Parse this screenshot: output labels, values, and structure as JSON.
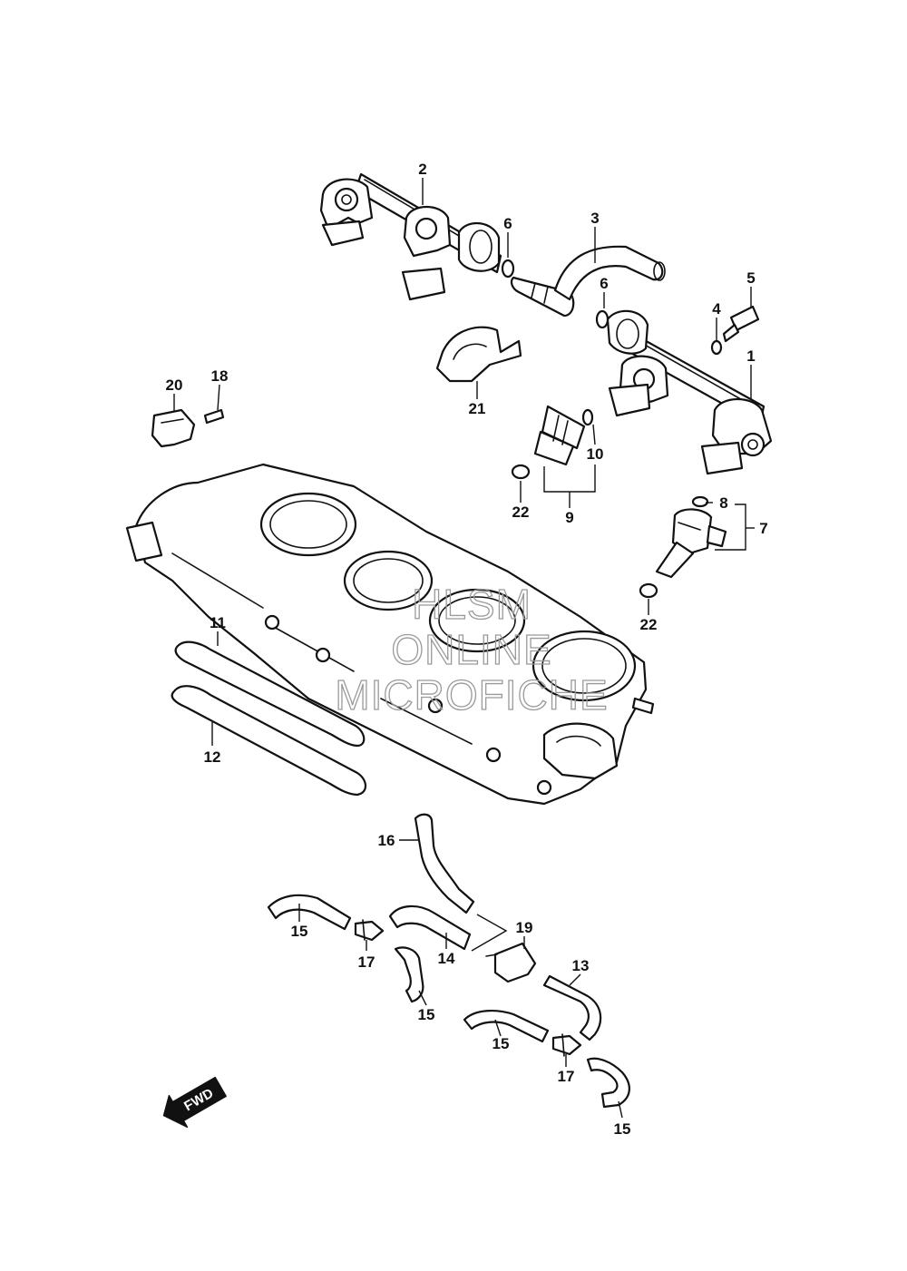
{
  "callouts": {
    "c1": "1",
    "c2": "2",
    "c3": "3",
    "c4": "4",
    "c5": "5",
    "c6a": "6",
    "c6b": "6",
    "c7": "7",
    "c8": "8",
    "c9": "9",
    "c10": "10",
    "c11": "11",
    "c12": "12",
    "c13": "13",
    "c14": "14",
    "c15a": "15",
    "c15b": "15",
    "c15c": "15",
    "c15d": "15",
    "c16": "16",
    "c17a": "17",
    "c17b": "17",
    "c18": "18",
    "c19": "19",
    "c20": "20",
    "c21": "21",
    "c22a": "22",
    "c22b": "22"
  },
  "watermark": {
    "line1": "HLSM",
    "line2": "ONLINE",
    "line3": "MICROFICHE"
  },
  "fwd_label": "FWD",
  "colors": {
    "ink": "#111111",
    "watermark": "#9a9a9a",
    "background": "#ffffff"
  }
}
